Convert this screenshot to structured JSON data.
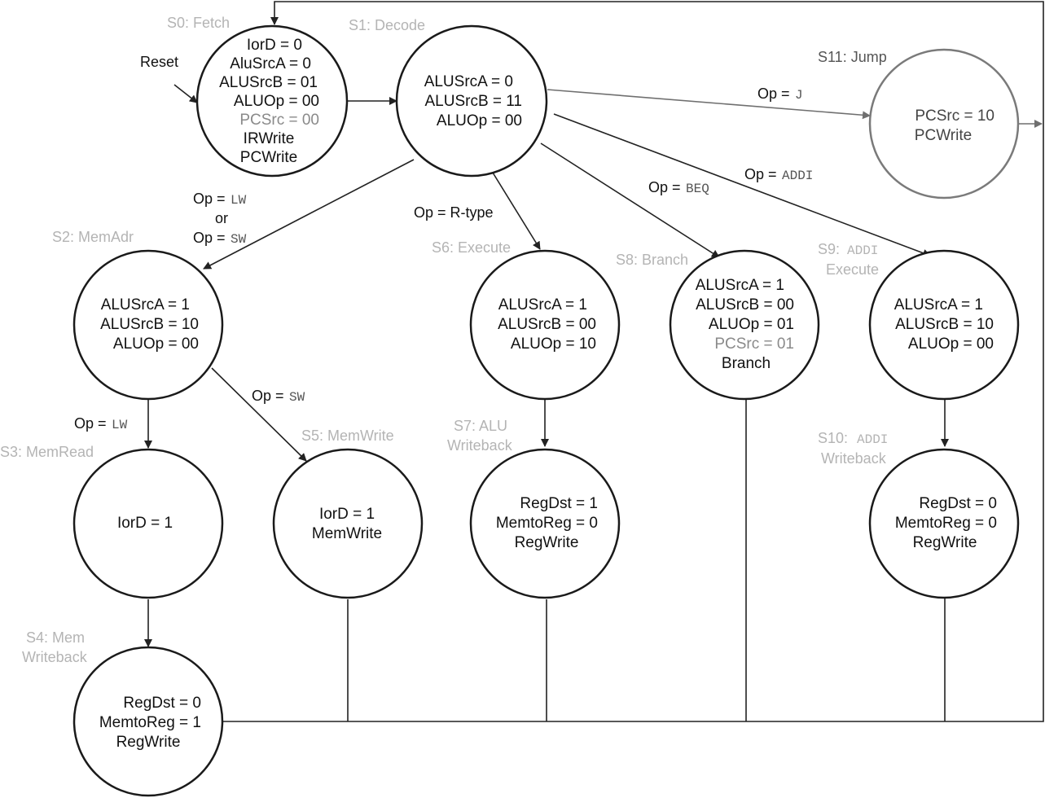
{
  "states": {
    "s0": {
      "name": "S0: Fetch",
      "signals": [
        "IorD = 0",
        "AluSrcA = 0",
        "ALUSrcB = 01",
        "ALUOp = 00",
        "PCSrc = 00",
        "IRWrite",
        "PCWrite"
      ]
    },
    "s1": {
      "name": "S1: Decode",
      "signals": [
        "ALUSrcA = 0",
        "ALUSrcB = 11",
        "ALUOp = 00"
      ]
    },
    "s2": {
      "name": "S2: MemAdr",
      "signals": [
        "ALUSrcA = 1",
        "ALUSrcB = 10",
        "ALUOp = 00"
      ]
    },
    "s3": {
      "name": "S3: MemRead",
      "signals": [
        "IorD = 1"
      ]
    },
    "s4": {
      "name_line1": "S4: Mem",
      "name_line2": "Writeback",
      "signals": [
        "RegDst = 0",
        "MemtoReg = 1",
        "RegWrite"
      ]
    },
    "s5": {
      "name": "S5: MemWrite",
      "signals": [
        "IorD = 1",
        "MemWrite"
      ]
    },
    "s6": {
      "name": "S6: Execute",
      "signals": [
        "ALUSrcA = 1",
        "ALUSrcB = 00",
        "ALUOp = 10"
      ]
    },
    "s7": {
      "name_line1": "S7: ALU",
      "name_line2": "Writeback",
      "signals": [
        "RegDst = 1",
        "MemtoReg = 0",
        "RegWrite"
      ]
    },
    "s8": {
      "name": "S8: Branch",
      "signals": [
        "ALUSrcA = 1",
        "ALUSrcB = 00",
        "ALUOp = 01",
        "PCSrc = 01",
        "Branch"
      ]
    },
    "s9": {
      "name_prefix": "S9:",
      "name_code": "ADDI",
      "name_line2": "Execute",
      "signals": [
        "ALUSrcA = 1",
        "ALUSrcB = 10",
        "ALUOp = 00"
      ]
    },
    "s10": {
      "name_prefix": "S10:",
      "name_code": "ADDI",
      "name_line2": "Writeback",
      "signals": [
        "RegDst = 0",
        "MemtoReg = 0",
        "RegWrite"
      ]
    },
    "s11": {
      "name": "S11: Jump",
      "signals": [
        "PCSrc = 10",
        "PCWrite"
      ]
    }
  },
  "reset_label": "Reset",
  "transitions": {
    "op_prefix": "Op =",
    "or_word": "or",
    "lw": "LW",
    "sw": "SW",
    "j": "J",
    "beq": "BEQ",
    "addi": "ADDI",
    "rtype": "Op = R-type"
  }
}
